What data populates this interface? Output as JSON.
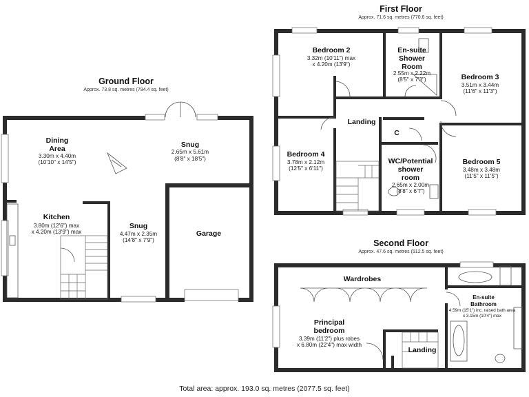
{
  "ground_floor": {
    "title": "Ground Floor",
    "area": "Approx. 73.8 sq. metres (794.4 sq. feet)",
    "rooms": {
      "dining": {
        "name": "Dining",
        "name2": "Area",
        "dim1": "3.30m x 4.40m",
        "dim2": "(10'10\" x 14'5\")"
      },
      "snug_top": {
        "name": "Snug",
        "dim1": "2.65m x 5.61m",
        "dim2": "(8'8\" x 18'5\")"
      },
      "kitchen": {
        "name": "Kitchen",
        "dim1": "3.80m (12'6\") max",
        "dim2": "x 4.20m (13'9\") max"
      },
      "snug_bottom": {
        "name": "Snug",
        "dim1": "4.47m x 2.35m",
        "dim2": "(14'8\" x 7'9\")"
      },
      "garage": {
        "name": "Garage"
      }
    }
  },
  "first_floor": {
    "title": "First Floor",
    "area": "Approx. 71.6 sq. metres (770.6 sq. feet)",
    "rooms": {
      "bedroom2": {
        "name": "Bedroom 2",
        "dim1": "3.32m (10'11\") max",
        "dim2": "x 4.20m (13'9\")"
      },
      "ensuite": {
        "name": "En-suite",
        "name2": "Shower",
        "name3": "Room",
        "dim1": "2.55m x 2.22m",
        "dim2": "(8'5\" x 7'3\")"
      },
      "bedroom3": {
        "name": "Bedroom 3",
        "dim1": "3.51m x 3.44m",
        "dim2": "(11'6\" x 11'3\")"
      },
      "landing": {
        "name": "Landing"
      },
      "cupboard": {
        "name": "C"
      },
      "bedroom4": {
        "name": "Bedroom 4",
        "dim1": "3.78m x 2.12m",
        "dim2": "(12'5\" x 6'11\")"
      },
      "wc": {
        "name": "WC/Potential",
        "name2": "shower",
        "name3": "room",
        "dim1": "2.65m x 2.00m",
        "dim2": "(8'8\" x 6'7\")"
      },
      "bedroom5": {
        "name": "Bedroom 5",
        "dim1": "3.48m x 3.48m",
        "dim2": "(11'5\" x 11'5\")"
      }
    }
  },
  "second_floor": {
    "title": "Second Floor",
    "area": "Approx. 47.6 sq. metres (512.5 sq. feet)",
    "rooms": {
      "wardrobes": {
        "name": "Wardrobes"
      },
      "principal": {
        "name": "Principal",
        "name2": "bedroom",
        "dim1": "3.39m (11'2\") plus robes",
        "dim2": "x 6.80m (22'4\") max width"
      },
      "ensuite_bath": {
        "name": "En-suite",
        "name2": "Bathroom",
        "dim1": "4.59m (15'1\") inc. raised bath area",
        "dim2": "x 3.15m (10'4\") max"
      },
      "landing": {
        "name": "Landing"
      }
    }
  },
  "total_area": "Total area: approx. 193.0 sq. metres (2077.5 sq. feet)"
}
